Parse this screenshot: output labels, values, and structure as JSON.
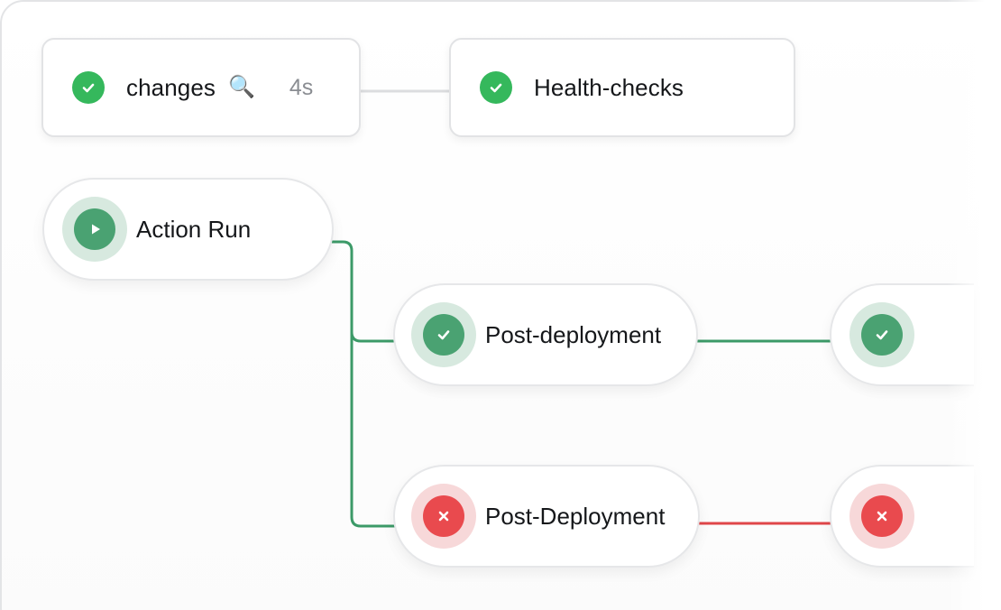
{
  "colors": {
    "success": "#35b85c",
    "success_dark": "#4aa272",
    "failure": "#e94a4e",
    "connector_success": "#3c9a68",
    "connector_failure": "#e0474a"
  },
  "top_row": {
    "changes": {
      "label": "changes",
      "icon": "magnifier-icon",
      "glyph": "🔍",
      "duration": "4s",
      "status": "success"
    },
    "health_checks": {
      "label": "Health-checks",
      "status": "success"
    }
  },
  "workflow": {
    "action_run": {
      "label": "Action Run",
      "icon": "play-icon",
      "status": "running"
    },
    "jobs": [
      {
        "label": "Post-deployment",
        "status": "success"
      },
      {
        "label": "Post-Deployment",
        "status": "failure"
      }
    ],
    "next_jobs": [
      {
        "status": "success"
      },
      {
        "status": "failure"
      }
    ]
  }
}
